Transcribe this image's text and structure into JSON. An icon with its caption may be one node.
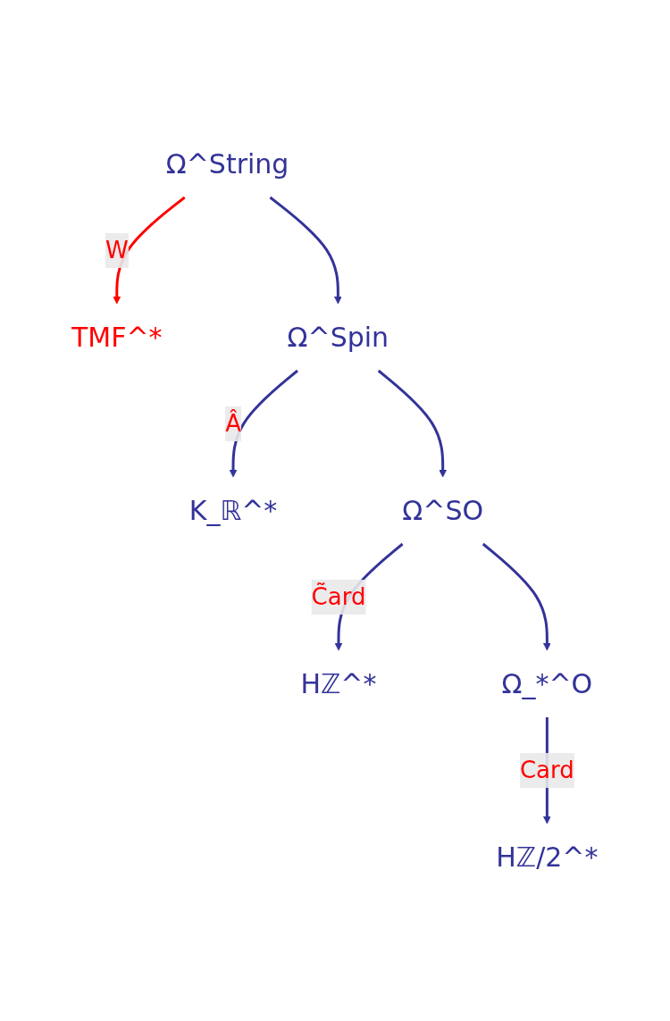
{
  "diagram": {
    "nodes": [
      {
        "text": [
          "Ω^String"
        ]
      },
      {
        "text": [
          "TMF^*"
        ]
      },
      {
        "text": [
          "Ω^Spin"
        ]
      },
      {
        "text": [
          "K_ℝ^*"
        ]
      },
      {
        "text": [
          "Ω^SO"
        ]
      },
      {
        "text": [
          "Hℤ^*"
        ]
      },
      {
        "text": [
          "Ω_*^O"
        ]
      },
      {
        "text": [
          "Hℤ/2^*"
        ]
      }
    ],
    "edges": [
      {
        "from": 0,
        "to": 1,
        "arrow": "to",
        "label": "W",
        "color": "#ff0000"
      },
      {
        "from": 0,
        "to": 2,
        "arrow": "to"
      },
      {
        "from": 2,
        "to": 3,
        "arrow": "to",
        "label": "Â"
      },
      {
        "from": 2,
        "to": 4,
        "arrow": "to"
      },
      {
        "from": 4,
        "to": 5,
        "arrow": "to",
        "label": "C̃ard"
      },
      {
        "from": 4,
        "to": 6,
        "arrow": "to"
      },
      {
        "from": 6,
        "to": 7,
        "arrow": "to",
        "label": "Card"
      }
    ]
  }
}
